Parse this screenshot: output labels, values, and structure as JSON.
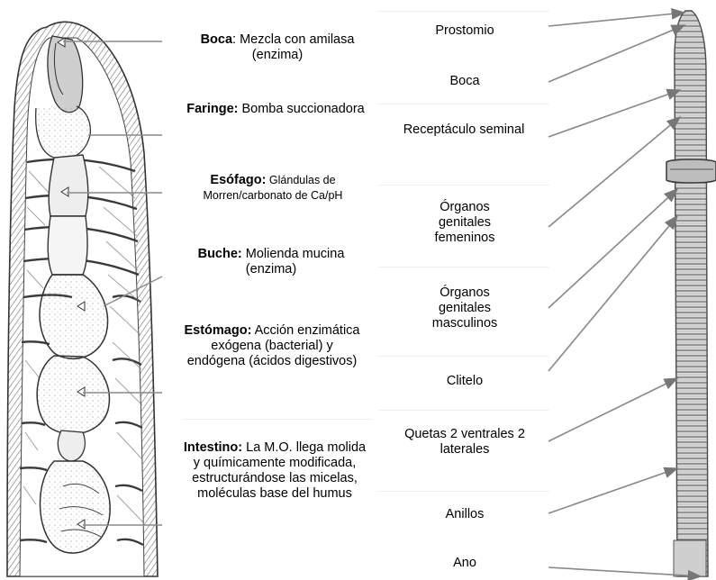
{
  "digestive_descriptions": [
    {
      "term": "Boca",
      "sep": ":",
      "text": " Mezcla con amilasa (enzima)",
      "small": false
    },
    {
      "term": "Faringe:",
      "sep": "",
      "text": " Bomba succionadora",
      "small": false
    },
    {
      "term": "Esófago:",
      "sep": "",
      "text": " Glándulas de Morren/carbonato de Ca/pH",
      "small": true
    },
    {
      "term": "Buche:",
      "sep": "",
      "text": " Molienda mucina (enzima)",
      "small": false
    },
    {
      "term": "Estómago:",
      "sep": "",
      "text": " Acción enzimática exógena (bacterial) y endógena (ácidos digestivos)",
      "small": false
    },
    {
      "term": "Intestino:",
      "sep": "",
      "text": " La M.O. llega molida y químicamente modificada, estructurándose las micelas, moléculas base del humus",
      "small": false
    }
  ],
  "external_parts": [
    "Prostomio",
    "Boca",
    "Receptáculo seminal",
    "Órganos genitales femeninos",
    "Órganos genitales masculinos",
    "Clitelo",
    "Quetas 2 ventrales 2 laterales",
    "Anillos",
    "Ano"
  ]
}
